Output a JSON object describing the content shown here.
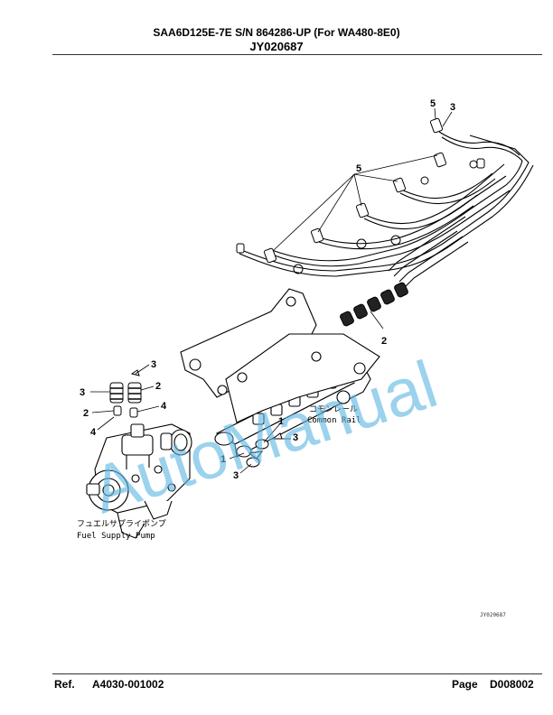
{
  "header": {
    "line1": "SAA6D125E-7E S/N 864286-UP (For WA480-8E0)",
    "line2": "JY020687"
  },
  "drawing": {
    "watermark": "AutoManual",
    "drawing_id": "JY020687",
    "labels": {
      "common_rail_jp": "コモンレール",
      "common_rail_en": "Common Rail",
      "fuel_pump_jp": "フュエルサプライポンプ",
      "fuel_pump_en": "Fuel Supply Pump"
    },
    "callouts": [
      "5",
      "3",
      "5",
      "2",
      "3",
      "2",
      "3",
      "2",
      "4",
      "4",
      "1",
      "3",
      "1",
      "3"
    ]
  },
  "footer": {
    "ref_label": "Ref.",
    "ref_value": "A4030-001002",
    "page_label": "Page",
    "page_value": "D008002"
  }
}
